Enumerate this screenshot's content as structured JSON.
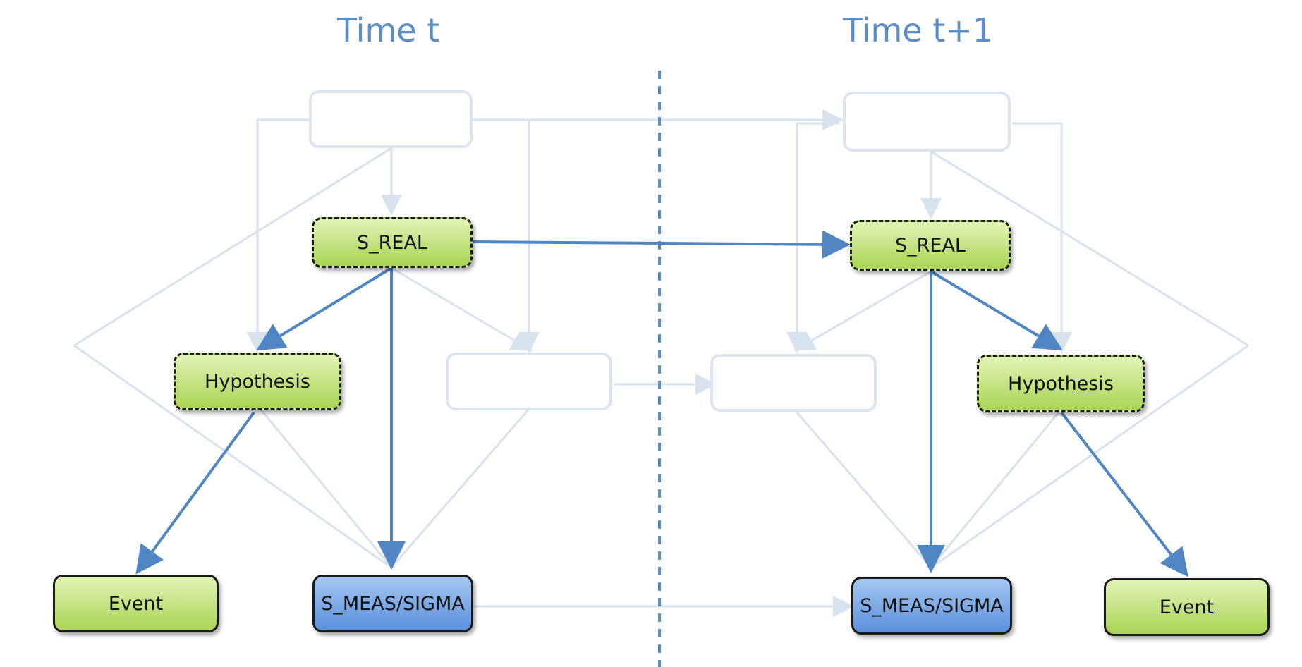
{
  "header": {
    "time_left": "Time t",
    "time_right": "Time t+1"
  },
  "left": {
    "s_real": "S_REAL",
    "hypothesis": "Hypothesis",
    "event": "Event",
    "s_meas": "S_MEAS/SIGMA"
  },
  "right": {
    "s_real": "S_REAL",
    "hypothesis": "Hypothesis",
    "event": "Event",
    "s_meas": "S_MEAS/SIGMA"
  },
  "colors": {
    "title_text": "#5b8dc9",
    "strong_edge": "#4f86c3",
    "faded_edge": "#d7e2ef",
    "green_node": "#b5dc63",
    "blue_node": "#6a9be0"
  }
}
